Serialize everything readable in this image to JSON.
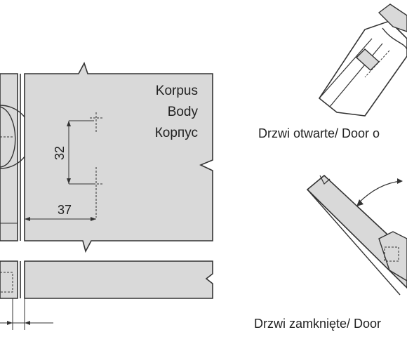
{
  "labels": {
    "korpus_pl": "Korpus",
    "korpus_en": "Body",
    "korpus_ru": "Корпус",
    "door_open": "Drzwi otwarte/ Door o",
    "door_closed": "Drzwi zamknięte/ Door"
  },
  "dimensions": {
    "vertical": "32",
    "horizontal": "37"
  },
  "colors": {
    "panel_fill": "#d9d9d9",
    "outline": "#333333",
    "background": "#ffffff"
  }
}
